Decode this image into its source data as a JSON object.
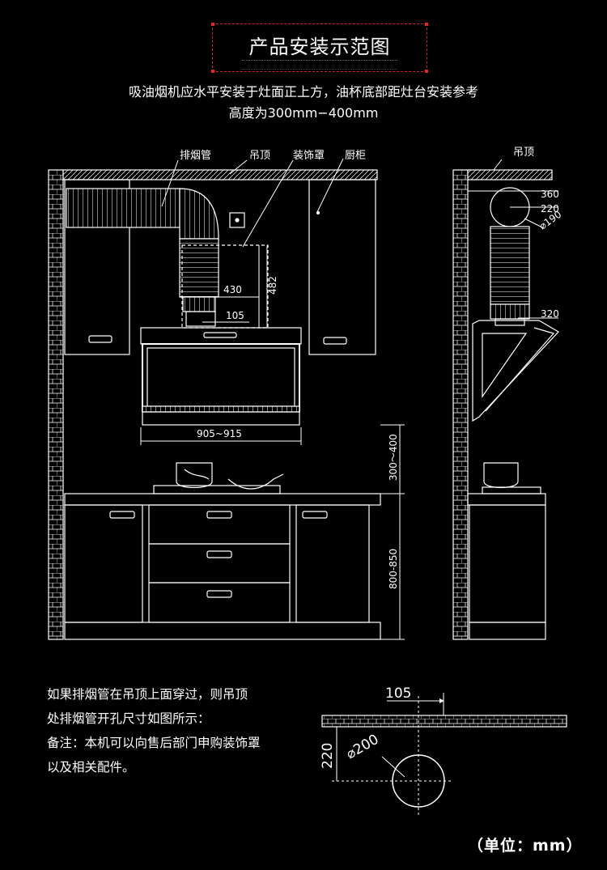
{
  "title": "产品安装示范图",
  "intro_line1": "吸油烟机应水平安装于灶面正上方，油杯底部距灶台安装参考",
  "intro_line2": "高度为300mm−400mm",
  "front_labels": {
    "duct": "排烟管",
    "ceiling": "吊顶",
    "cover": "装饰罩",
    "cabinet": "厨柜"
  },
  "front_dims": {
    "d430": "430",
    "d482": "482",
    "d105": "105",
    "width": "905~915",
    "height_above": "300～400",
    "counter_height": "800-850"
  },
  "side_labels": {
    "ceiling": "吊顶"
  },
  "side_dims": {
    "d360": "360",
    "d220": "220",
    "dia190": "⌀190",
    "d320": "320"
  },
  "hole_dims": {
    "d105": "105",
    "d220": "220",
    "dia200": "⌀200"
  },
  "notes": {
    "line1": "如果排烟管在吊顶上面穿过，则吊顶",
    "line2": "处排烟管开孔尺寸如图所示：",
    "line3": "备注：本机可以向售后部门申购装饰罩",
    "line4": "以及相关配件。"
  },
  "unit": "（单位：mm）",
  "colors": {
    "background": "#000000",
    "lines": "#ffffff",
    "title_border": "#cc2233"
  }
}
